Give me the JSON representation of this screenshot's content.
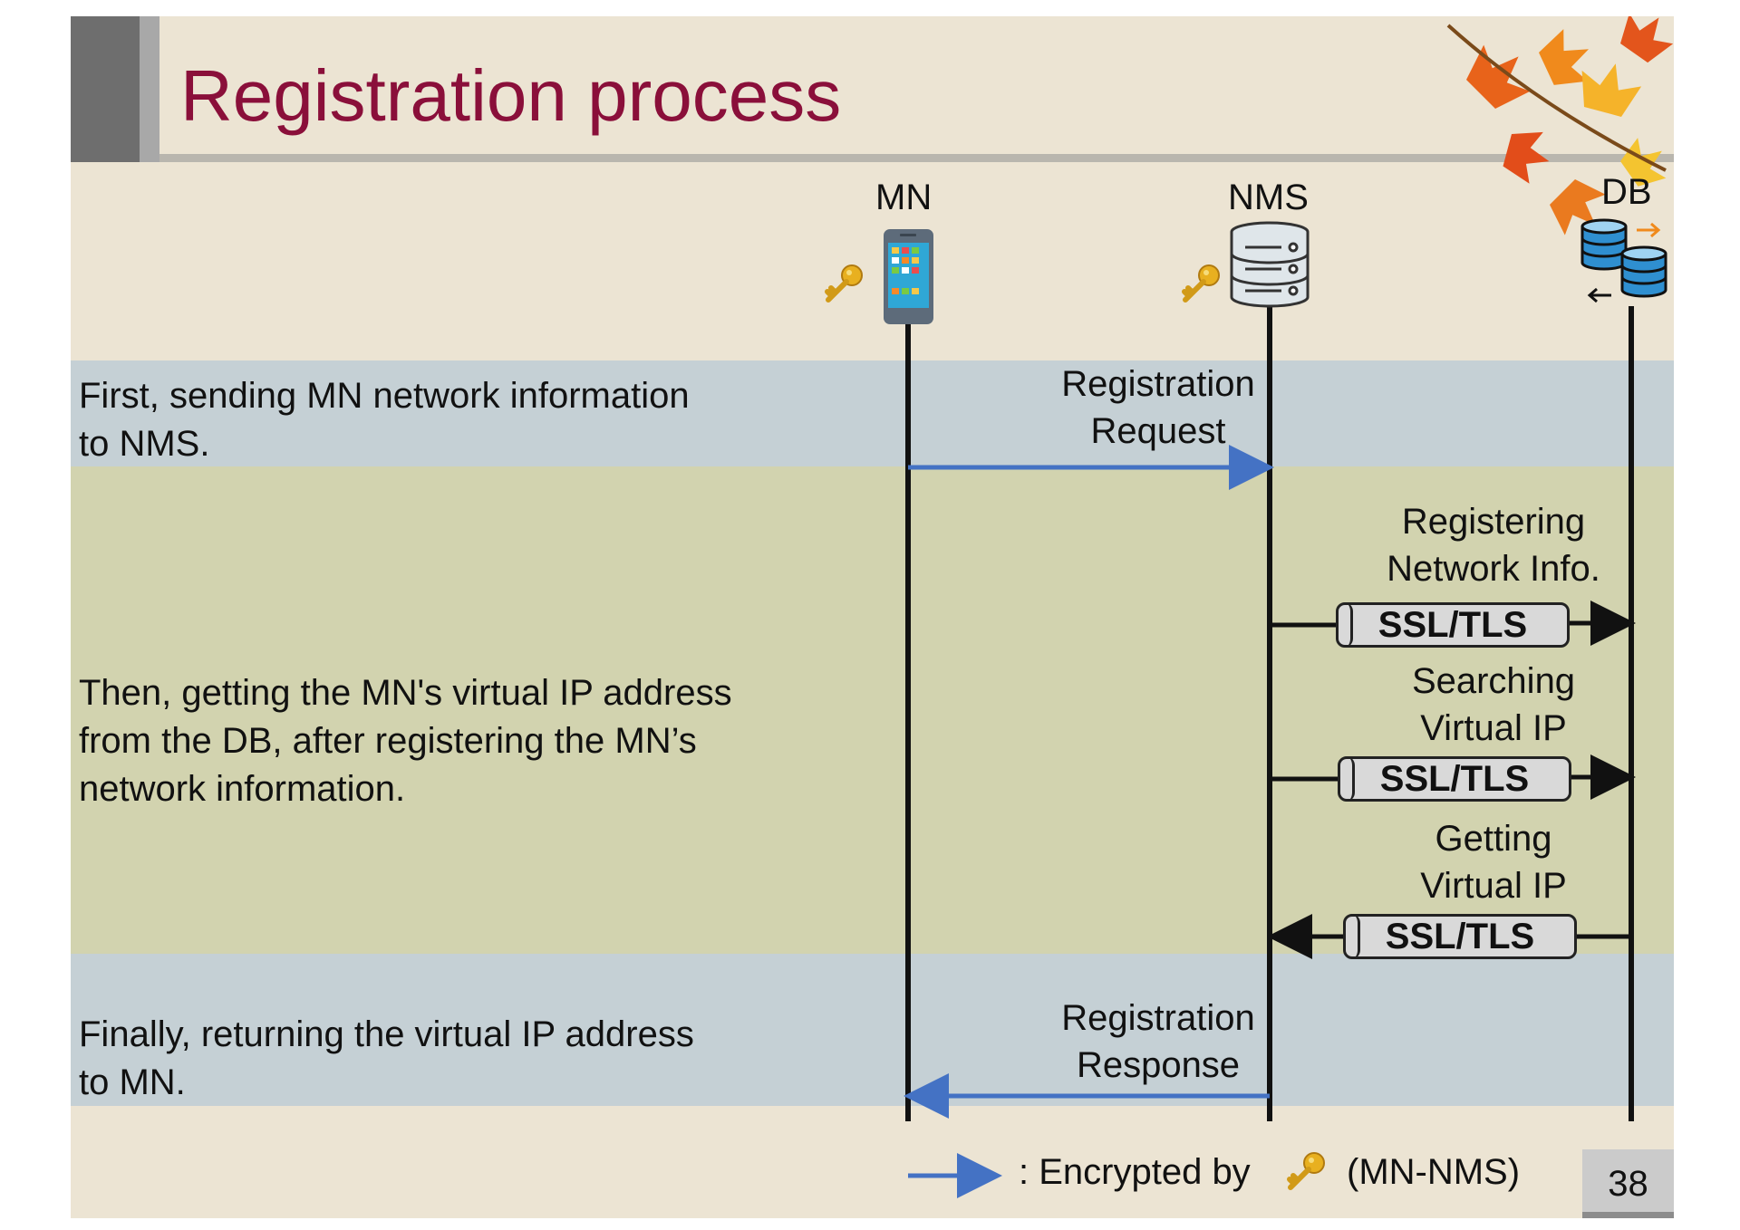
{
  "slide": {
    "title": "Registration process",
    "page_number": "38"
  },
  "actors": {
    "mn": "MN",
    "nms": "NMS",
    "db": "DB"
  },
  "descriptions": {
    "step1": [
      "First, sending MN network information",
      "to NMS."
    ],
    "step2": [
      "Then, getting the MN's virtual IP address",
      "from the DB, after registering the MN’s",
      "network information."
    ],
    "step3": [
      "Finally, returning the virtual IP address",
      "to MN."
    ]
  },
  "messages": {
    "registration_request": [
      "Registration",
      "Request"
    ],
    "registering_network_info": [
      "Registering",
      "Network Info."
    ],
    "searching_virtual_ip": [
      "Searching",
      "Virtual IP"
    ],
    "getting_virtual_ip": [
      "Getting",
      "Virtual IP"
    ],
    "registration_response": [
      "Registration",
      "Response"
    ],
    "ssl_tls": "SSL/TLS"
  },
  "legend": {
    "text_before": ": Encrypted by",
    "text_after": "(MN-NMS)"
  },
  "colors": {
    "title": "#8a0f3a",
    "encrypted_arrow": "#4472c4",
    "lifeline": "#111111",
    "band_blue": "#c3cfd5",
    "band_green": "#d1d2ad",
    "key": "#e8b020"
  },
  "icons": [
    "key-icon",
    "smartphone-icon",
    "server-icon",
    "database-sync-icon",
    "maple-leaves-icon"
  ]
}
